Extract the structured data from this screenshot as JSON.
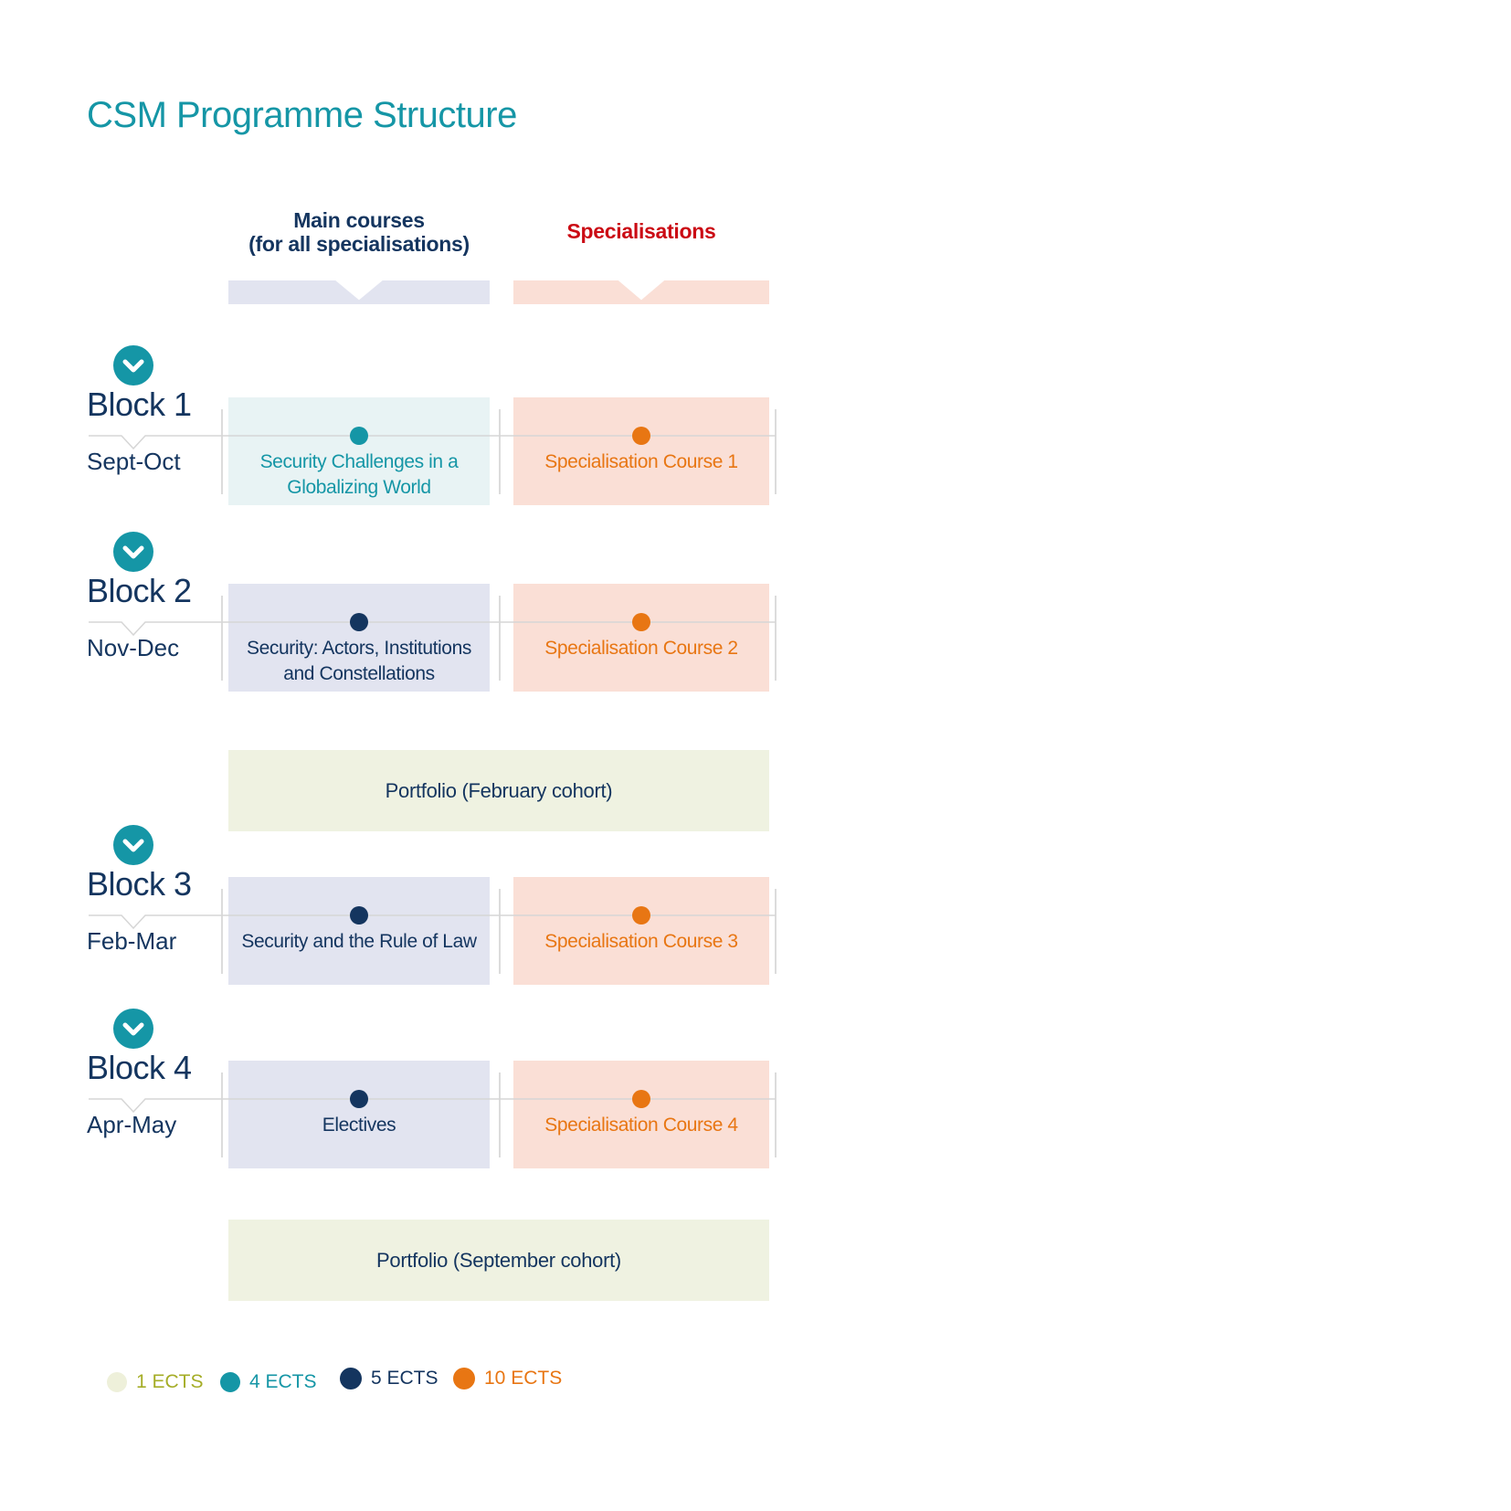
{
  "title": "CSM Programme Structure",
  "column_headers": {
    "main_line1": "Main courses",
    "main_line2": "(for all specialisations)",
    "specialisations": "Specialisations"
  },
  "blocks": [
    {
      "name": "Block 1",
      "dates": "Sept-Oct",
      "main_course": "Security Challenges in a\nGlobalizing World",
      "main_dot_color": "#1596a6",
      "spec_course": "Specialisation Course 1",
      "spec_dot_color": "#e87613"
    },
    {
      "name": "Block 2",
      "dates": "Nov-Dec",
      "main_course": "Security: Actors, Institutions\nand Constellations",
      "main_dot_color": "#14355f",
      "spec_course": "Specialisation Course 2",
      "spec_dot_color": "#e87613"
    },
    {
      "name": "Block 3",
      "dates": "Feb-Mar",
      "main_course": "Security and the Rule of Law",
      "main_dot_color": "#14355f",
      "spec_course": "Specialisation Course 3",
      "spec_dot_color": "#e87613"
    },
    {
      "name": "Block 4",
      "dates": "Apr-May",
      "main_course": "Electives",
      "main_dot_color": "#14355f",
      "spec_course": "Specialisation Course 4",
      "spec_dot_color": "#e87613"
    }
  ],
  "portfolios": [
    {
      "label": "Portfolio (February cohort)"
    },
    {
      "label": "Portfolio (September cohort)"
    }
  ],
  "legend": [
    {
      "label": "1 ECTS",
      "color": "#eef0da",
      "text_color": "#a5ad27"
    },
    {
      "label": "4 ECTS",
      "color": "#1596a6",
      "text_color": "#1596a6"
    },
    {
      "label": "5 ECTS",
      "color": "#14355f",
      "text_color": "#14355f"
    },
    {
      "label": "10 ECTS",
      "color": "#e87613",
      "text_color": "#e87613"
    }
  ],
  "colors": {
    "accent_teal": "#1596a6",
    "navy": "#14355f",
    "red": "#cb0b14",
    "orange": "#e87613",
    "main_box_bg": "#e2e4f0",
    "main_box_row1_bg": "#e8f3f4",
    "spec_box_bg": "#fadfd6",
    "portfolio_bg": "#eff2e1",
    "line_gray": "#d6d6d6"
  },
  "icons": {
    "block_marker": "chevron-down-icon"
  }
}
